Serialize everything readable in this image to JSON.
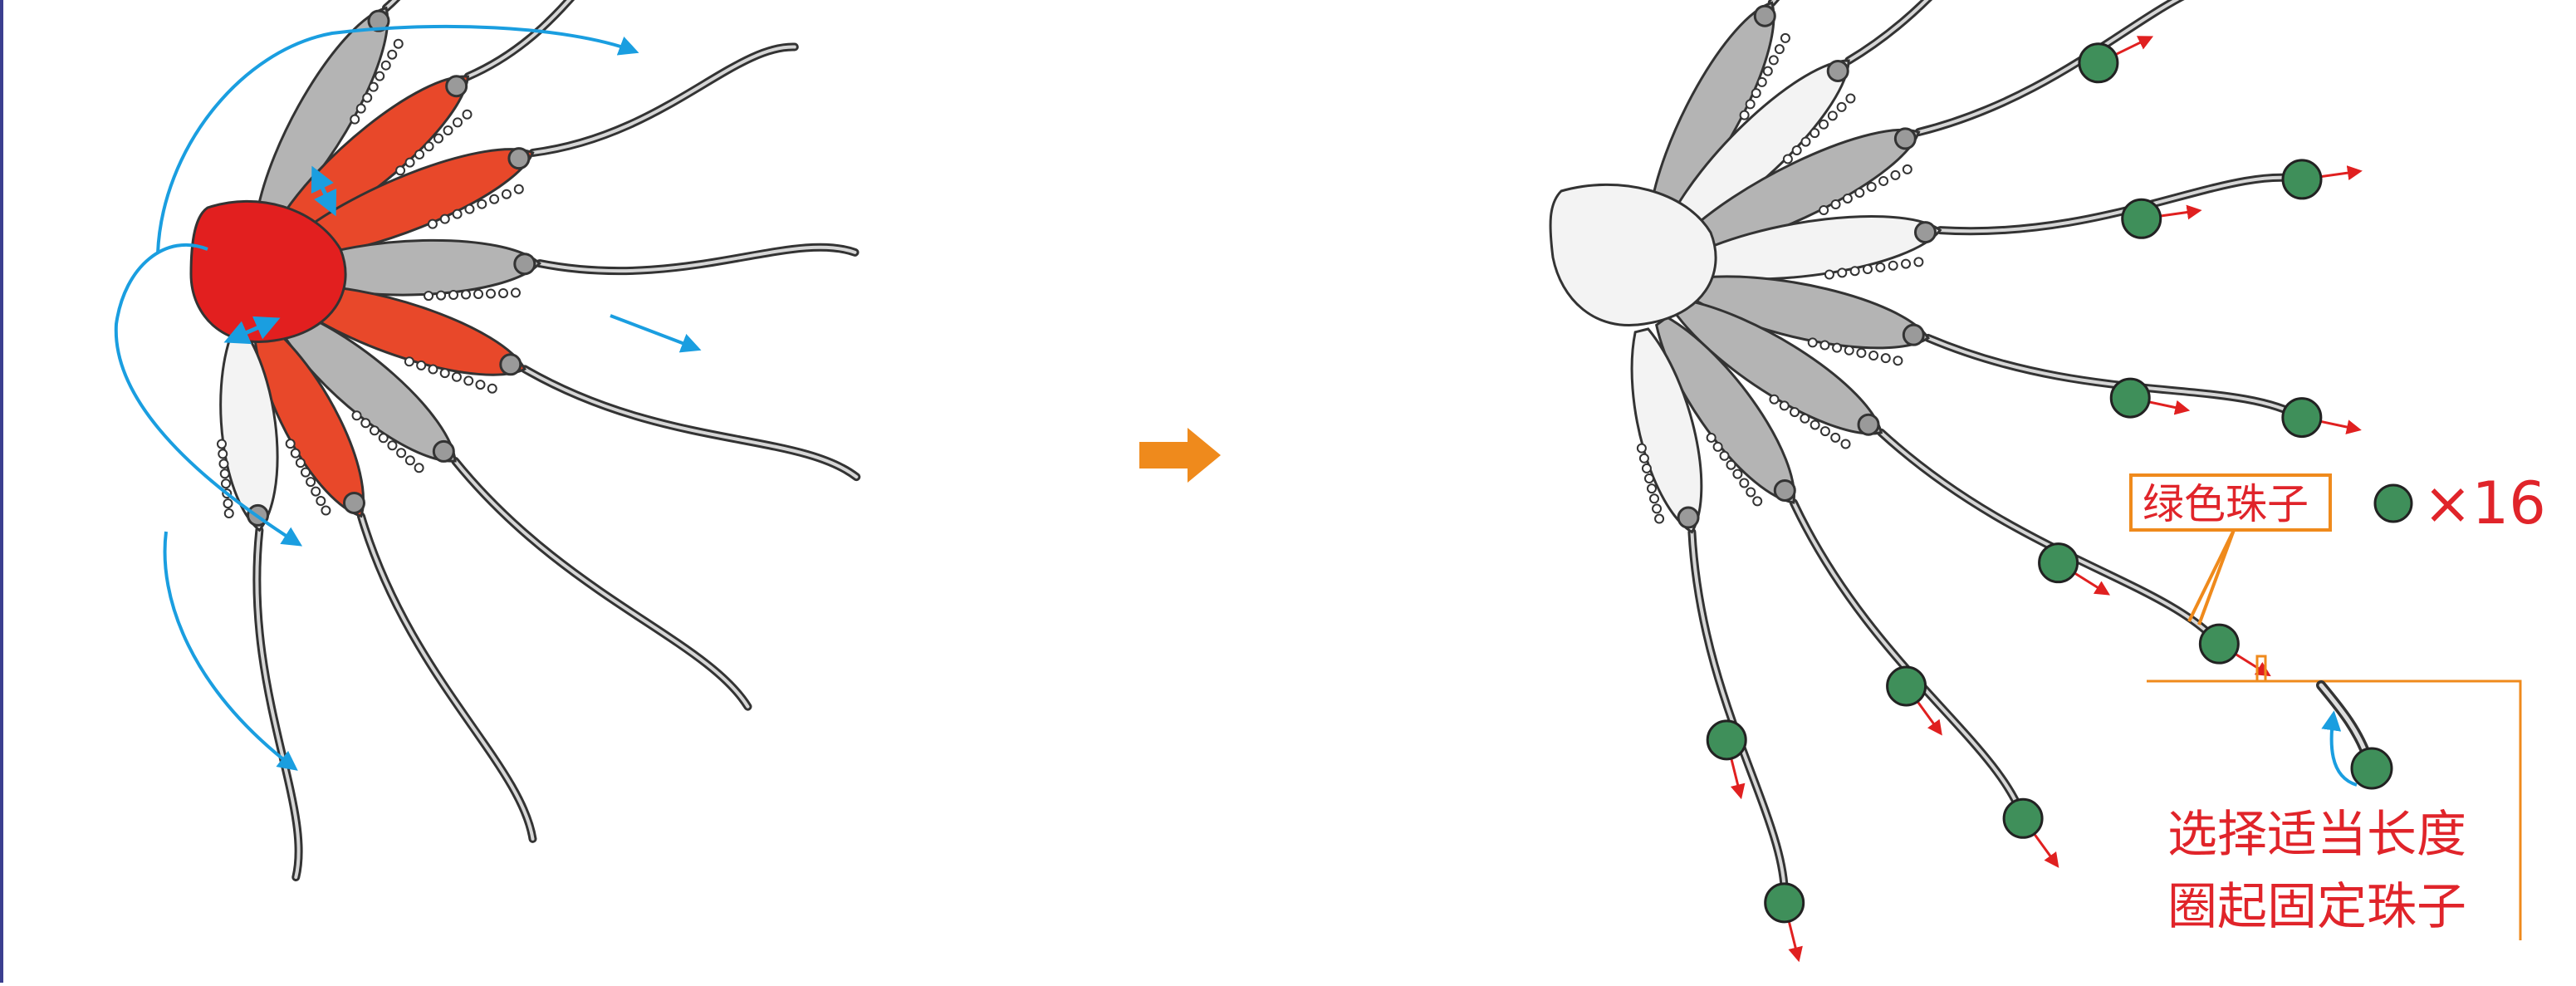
{
  "colors": {
    "red_segment": "#e8482a",
    "gray_segment": "#b4b4b4",
    "light_segment": "#f3f3f3",
    "outline": "#333333",
    "blue_arrow": "#1a9ee0",
    "red_arrow": "#e02020",
    "bead_green": "#3f8f5a",
    "orange_accent": "#ef8a1c",
    "red_text": "#e0242a"
  },
  "icons": {
    "transition": "right-arrow-icon",
    "bead": "green-bead-icon"
  },
  "callout": {
    "label": "绿色珠子",
    "multiplier": "×16"
  },
  "instruction": {
    "line1": "选择适当长度",
    "line2": "圈起固定珠子"
  },
  "bead_count": 16
}
